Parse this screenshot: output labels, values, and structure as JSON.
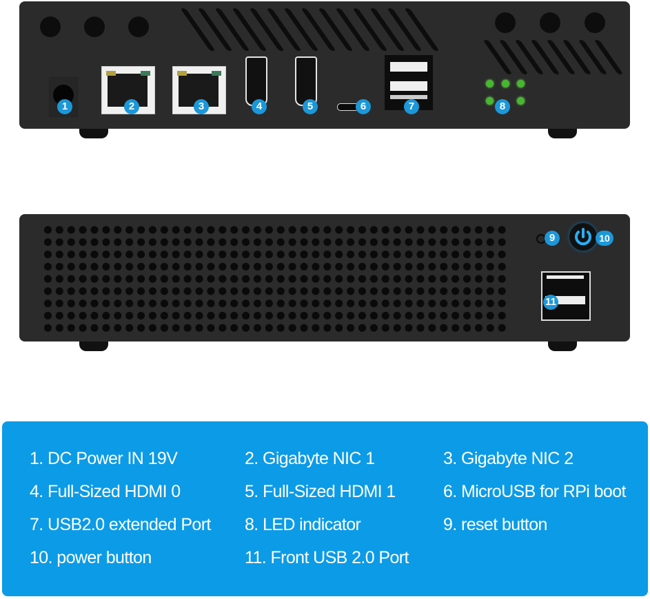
{
  "rear_panel": {
    "badges": [
      "1",
      "2",
      "3",
      "4",
      "5",
      "6",
      "7",
      "8"
    ]
  },
  "front_panel": {
    "badges": [
      "9",
      "10",
      "11"
    ]
  },
  "legend": {
    "items": [
      {
        "num": "1",
        "label": "1. DC Power IN 19V"
      },
      {
        "num": "2",
        "label": "2. Gigabyte NIC 1"
      },
      {
        "num": "3",
        "label": "3. Gigabyte NIC 2"
      },
      {
        "num": "4",
        "label": "4. Full-Sized HDMI 0"
      },
      {
        "num": "5",
        "label": "5. Full-Sized HDMI 1"
      },
      {
        "num": "6",
        "label": "6. MicroUSB for RPi boot"
      },
      {
        "num": "7",
        "label": "7. USB2.0 extended Port"
      },
      {
        "num": "8",
        "label": "8. LED indicator"
      },
      {
        "num": "9",
        "label": "9. reset button"
      },
      {
        "num": "10",
        "label": "10. power button"
      },
      {
        "num": "11",
        "label": "11. Front USB 2.0 Port"
      }
    ]
  },
  "colors": {
    "badge": "#1c97d8",
    "legend_bg": "#0c9be6",
    "chassis": "#2b2b2c",
    "led": "#49b631"
  }
}
